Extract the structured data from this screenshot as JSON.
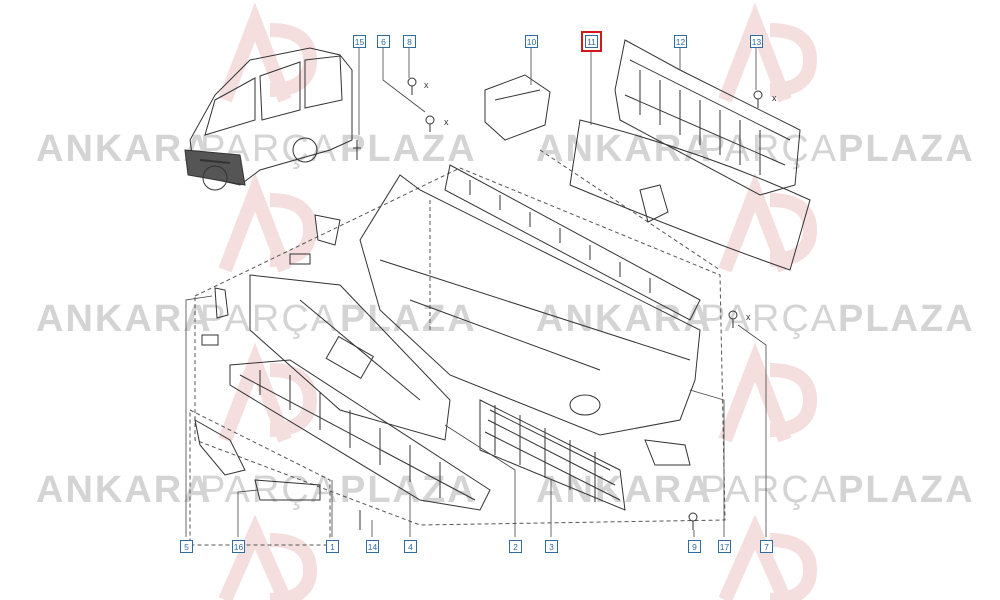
{
  "watermark": {
    "brand_a": "ANKARA",
    "brand_b": "PARÇA",
    "brand_c": "PLAZA",
    "logo_letters": "AP",
    "color": "#d4d4d4",
    "logo_color": "#f4dede"
  },
  "diagram": {
    "highlight_color": "#d21919",
    "callout_color": "#2f6aa0",
    "callouts": [
      {
        "id": "c15",
        "label": "15"
      },
      {
        "id": "c6",
        "label": "6"
      },
      {
        "id": "c8",
        "label": "8"
      },
      {
        "id": "c10",
        "label": "10"
      },
      {
        "id": "c11",
        "label": "11",
        "highlighted": true
      },
      {
        "id": "c12",
        "label": "12"
      },
      {
        "id": "c13",
        "label": "13"
      },
      {
        "id": "c5",
        "label": "5"
      },
      {
        "id": "c16",
        "label": "16"
      },
      {
        "id": "c1",
        "label": "1"
      },
      {
        "id": "c14",
        "label": "14"
      },
      {
        "id": "c4",
        "label": "4"
      },
      {
        "id": "c2",
        "label": "2"
      },
      {
        "id": "c3",
        "label": "3"
      },
      {
        "id": "c9",
        "label": "9"
      },
      {
        "id": "c17",
        "label": "17"
      },
      {
        "id": "c7",
        "label": "7"
      }
    ],
    "fastener_marks": [
      "x",
      "x",
      "x",
      "x"
    ]
  }
}
